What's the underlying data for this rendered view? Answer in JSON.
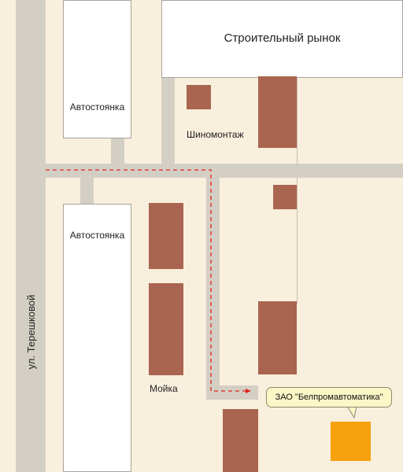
{
  "map": {
    "labels": {
      "market": "Строительный рынок",
      "parking_top": "Автостоянка",
      "parking_bottom": "Автостоянка",
      "tire_service": "Шиномонтаж",
      "car_wash": "Мойка",
      "street": "ул. Терешковой"
    },
    "destination": {
      "name": "ЗАО \"Белпромавтоматика\""
    },
    "colors": {
      "background": "#f9efdd",
      "road": "#d4cfc5",
      "building": "#a9654f",
      "destination": "#f7a10e",
      "route": "#e0241c",
      "callout": "#fbf7c6"
    }
  }
}
